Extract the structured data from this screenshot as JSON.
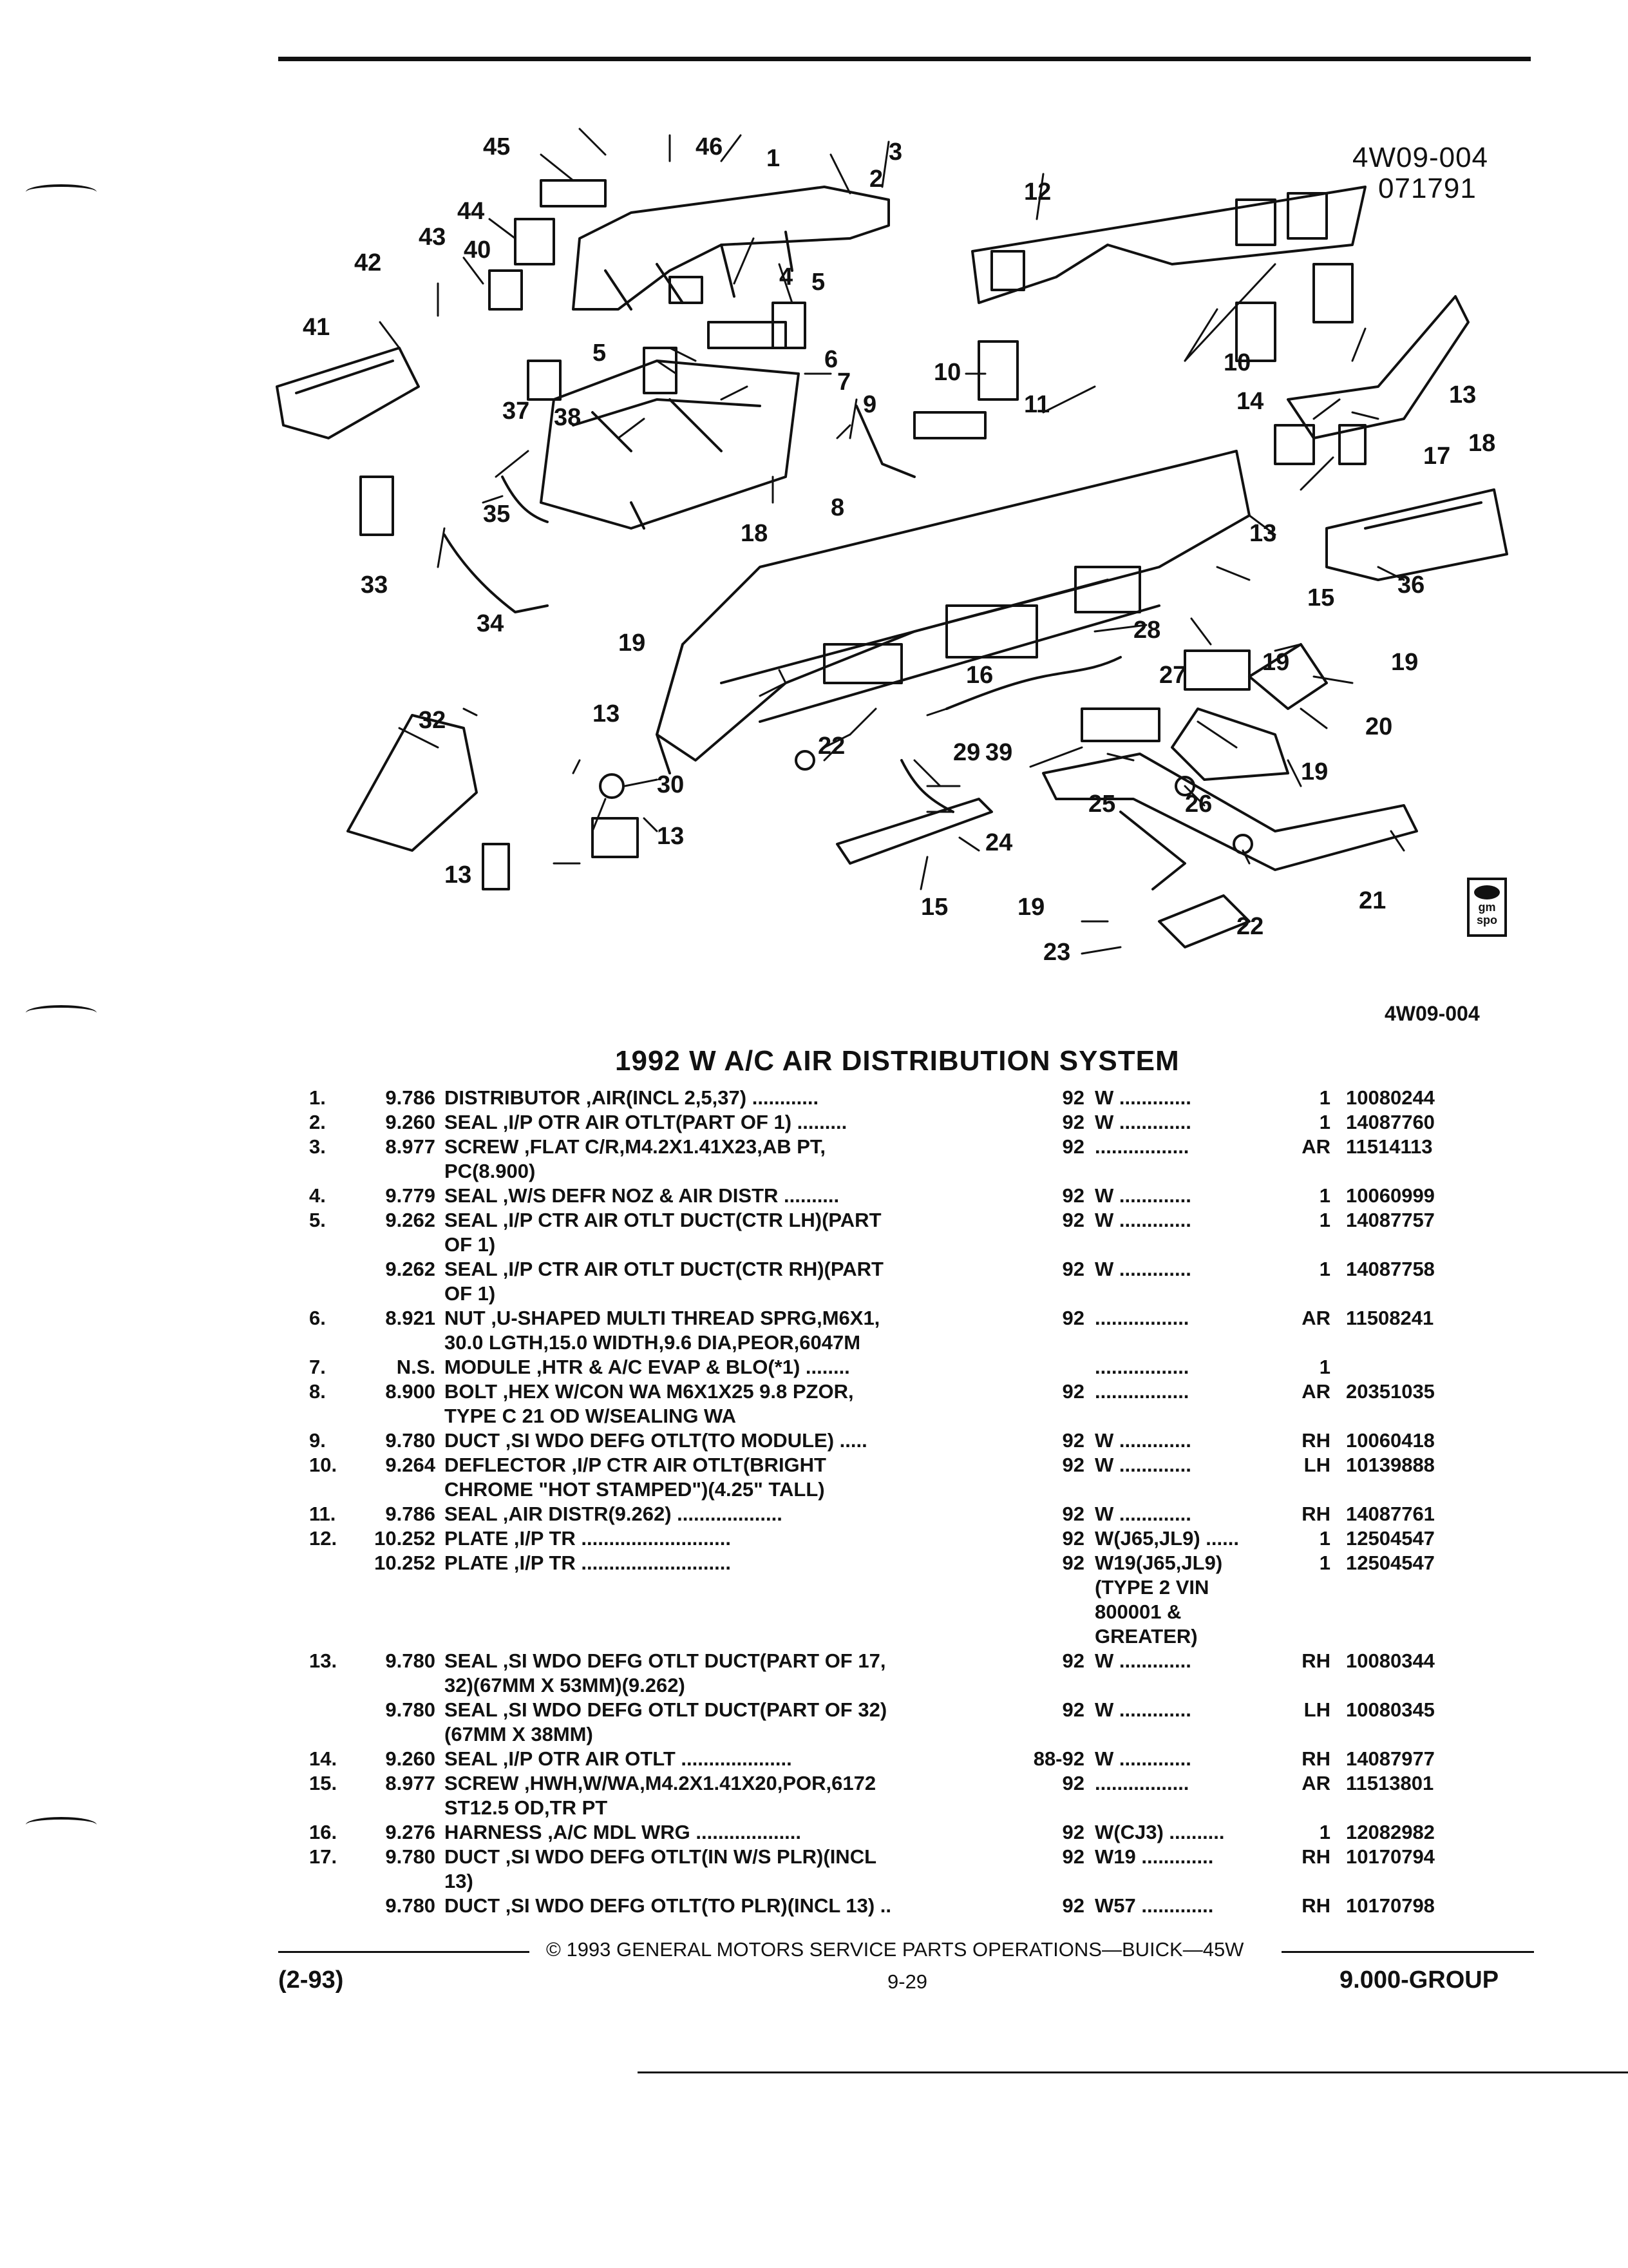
{
  "figure": {
    "id": "4W09-004",
    "date": "071791",
    "caption_id": "4W09-004",
    "logo_text": "gm spo",
    "callouts": [
      "1",
      "2",
      "3",
      "4",
      "5",
      "5",
      "6",
      "7",
      "8",
      "9",
      "10",
      "10",
      "11",
      "12",
      "13",
      "13",
      "13",
      "13",
      "13",
      "14",
      "15",
      "15",
      "16",
      "17",
      "18",
      "18",
      "19",
      "19",
      "19",
      "19",
      "19",
      "20",
      "21",
      "22",
      "22",
      "23",
      "24",
      "25",
      "26",
      "27",
      "28",
      "29",
      "30",
      "32",
      "33",
      "34",
      "35",
      "36",
      "37",
      "38",
      "39",
      "40",
      "41",
      "42",
      "43",
      "44",
      "45",
      "46"
    ]
  },
  "title": "1992 W A/C AIR DISTRIBUTION SYSTEM",
  "parts": [
    {
      "num": "1.",
      "group": "9.786",
      "desc": "DISTRIBUTOR ,AIR(INCL 2,5,37) ............",
      "year": "92",
      "notes": "W .............",
      "qty": "1",
      "part": "10080244"
    },
    {
      "num": "2.",
      "group": "9.260",
      "desc": "SEAL ,I/P OTR AIR OTLT(PART OF 1) .........",
      "year": "92",
      "notes": "W .............",
      "qty": "1",
      "part": "14087760"
    },
    {
      "num": "3.",
      "group": "8.977",
      "desc": "SCREW ,FLAT C/R,M4.2X1.41X23,AB PT,\nPC(8.900)",
      "year": "92",
      "notes": ".................",
      "qty": "AR",
      "part": "11514113"
    },
    {
      "num": "4.",
      "group": "9.779",
      "desc": "SEAL ,W/S DEFR NOZ & AIR DISTR ..........",
      "year": "92",
      "notes": "W .............",
      "qty": "1",
      "part": "10060999"
    },
    {
      "num": "5.",
      "group": "9.262",
      "desc": "SEAL ,I/P CTR AIR OTLT DUCT(CTR LH)(PART\nOF 1)",
      "year": "92",
      "notes": "W .............",
      "qty": "1",
      "part": "14087757"
    },
    {
      "num": "",
      "group": "9.262",
      "desc": "SEAL ,I/P CTR AIR OTLT DUCT(CTR RH)(PART\nOF 1)",
      "year": "92",
      "notes": "W .............",
      "qty": "1",
      "part": "14087758"
    },
    {
      "num": "6.",
      "group": "8.921",
      "desc": "NUT ,U-SHAPED MULTI THREAD SPRG,M6X1,\n30.0 LGTH,15.0 WIDTH,9.6 DIA,PEOR,6047M",
      "year": "92",
      "notes": ".................",
      "qty": "AR",
      "part": "11508241"
    },
    {
      "num": "7.",
      "group": "N.S.",
      "desc": "MODULE ,HTR & A/C EVAP & BLO(*1) ........",
      "year": "",
      "notes": ".................",
      "qty": "1",
      "part": ""
    },
    {
      "num": "8.",
      "group": "8.900",
      "desc": "BOLT ,HEX W/CON WA M6X1X25 9.8 PZOR,\nTYPE C 21 OD W/SEALING WA",
      "year": "92",
      "notes": ".................",
      "qty": "AR",
      "part": "20351035"
    },
    {
      "num": "9.",
      "group": "9.780",
      "desc": "DUCT ,SI WDO DEFG OTLT(TO MODULE) .....",
      "year": "92",
      "notes": "W .............",
      "qty": "RH",
      "part": "10060418"
    },
    {
      "num": "10.",
      "group": "9.264",
      "desc": "DEFLECTOR ,I/P CTR AIR OTLT(BRIGHT\nCHROME \"HOT STAMPED\")(4.25\" TALL)",
      "year": "92",
      "notes": "W .............",
      "qty": "LH",
      "part": "10139888"
    },
    {
      "num": "11.",
      "group": "9.786",
      "desc": "SEAL ,AIR DISTR(9.262) ...................",
      "year": "92",
      "notes": "W .............",
      "qty": "RH",
      "part": "14087761"
    },
    {
      "num": "12.",
      "group": "10.252",
      "desc": "PLATE ,I/P TR ...........................",
      "year": "92",
      "notes": "W(J65,JL9) ......",
      "qty": "1",
      "part": "12504547"
    },
    {
      "num": "",
      "group": "10.252",
      "desc": "PLATE ,I/P TR ...........................",
      "year": "92",
      "notes": "W19(J65,JL9)\n(TYPE 2 VIN\n800001 &\nGREATER)",
      "qty": "1",
      "part": "12504547"
    },
    {
      "num": "13.",
      "group": "9.780",
      "desc": "SEAL ,SI WDO DEFG OTLT DUCT(PART OF 17,\n32)(67MM X 53MM)(9.262)",
      "year": "92",
      "notes": "W .............",
      "qty": "RH",
      "part": "10080344"
    },
    {
      "num": "",
      "group": "9.780",
      "desc": "SEAL ,SI WDO DEFG OTLT DUCT(PART OF 32)\n(67MM X 38MM)",
      "year": "92",
      "notes": "W .............",
      "qty": "LH",
      "part": "10080345"
    },
    {
      "num": "14.",
      "group": "9.260",
      "desc": "SEAL ,I/P OTR AIR OTLT ....................",
      "year": "88-92",
      "notes": "W .............",
      "qty": "RH",
      "part": "14087977"
    },
    {
      "num": "15.",
      "group": "8.977",
      "desc": "SCREW ,HWH,W/WA,M4.2X1.41X20,POR,6172\nST12.5 OD,TR PT",
      "year": "92",
      "notes": ".................",
      "qty": "AR",
      "part": "11513801"
    },
    {
      "num": "16.",
      "group": "9.276",
      "desc": "HARNESS ,A/C MDL WRG ...................",
      "year": "92",
      "notes": "W(CJ3) ..........",
      "qty": "1",
      "part": "12082982"
    },
    {
      "num": "17.",
      "group": "9.780",
      "desc": "DUCT ,SI WDO DEFG OTLT(IN W/S PLR)(INCL\n13)",
      "year": "92",
      "notes": "W19 .............",
      "qty": "RH",
      "part": "10170794"
    },
    {
      "num": "",
      "group": "9.780",
      "desc": "DUCT ,SI WDO DEFG OTLT(TO PLR)(INCL 13) ..",
      "year": "92",
      "notes": "W57 .............",
      "qty": "RH",
      "part": "10170798"
    }
  ],
  "footer": {
    "copyright": "© 1993 GENERAL MOTORS SERVICE PARTS OPERATIONS—BUICK—45W",
    "date_code": "(2-93)",
    "page": "9-29",
    "group": "9.000-GROUP"
  }
}
